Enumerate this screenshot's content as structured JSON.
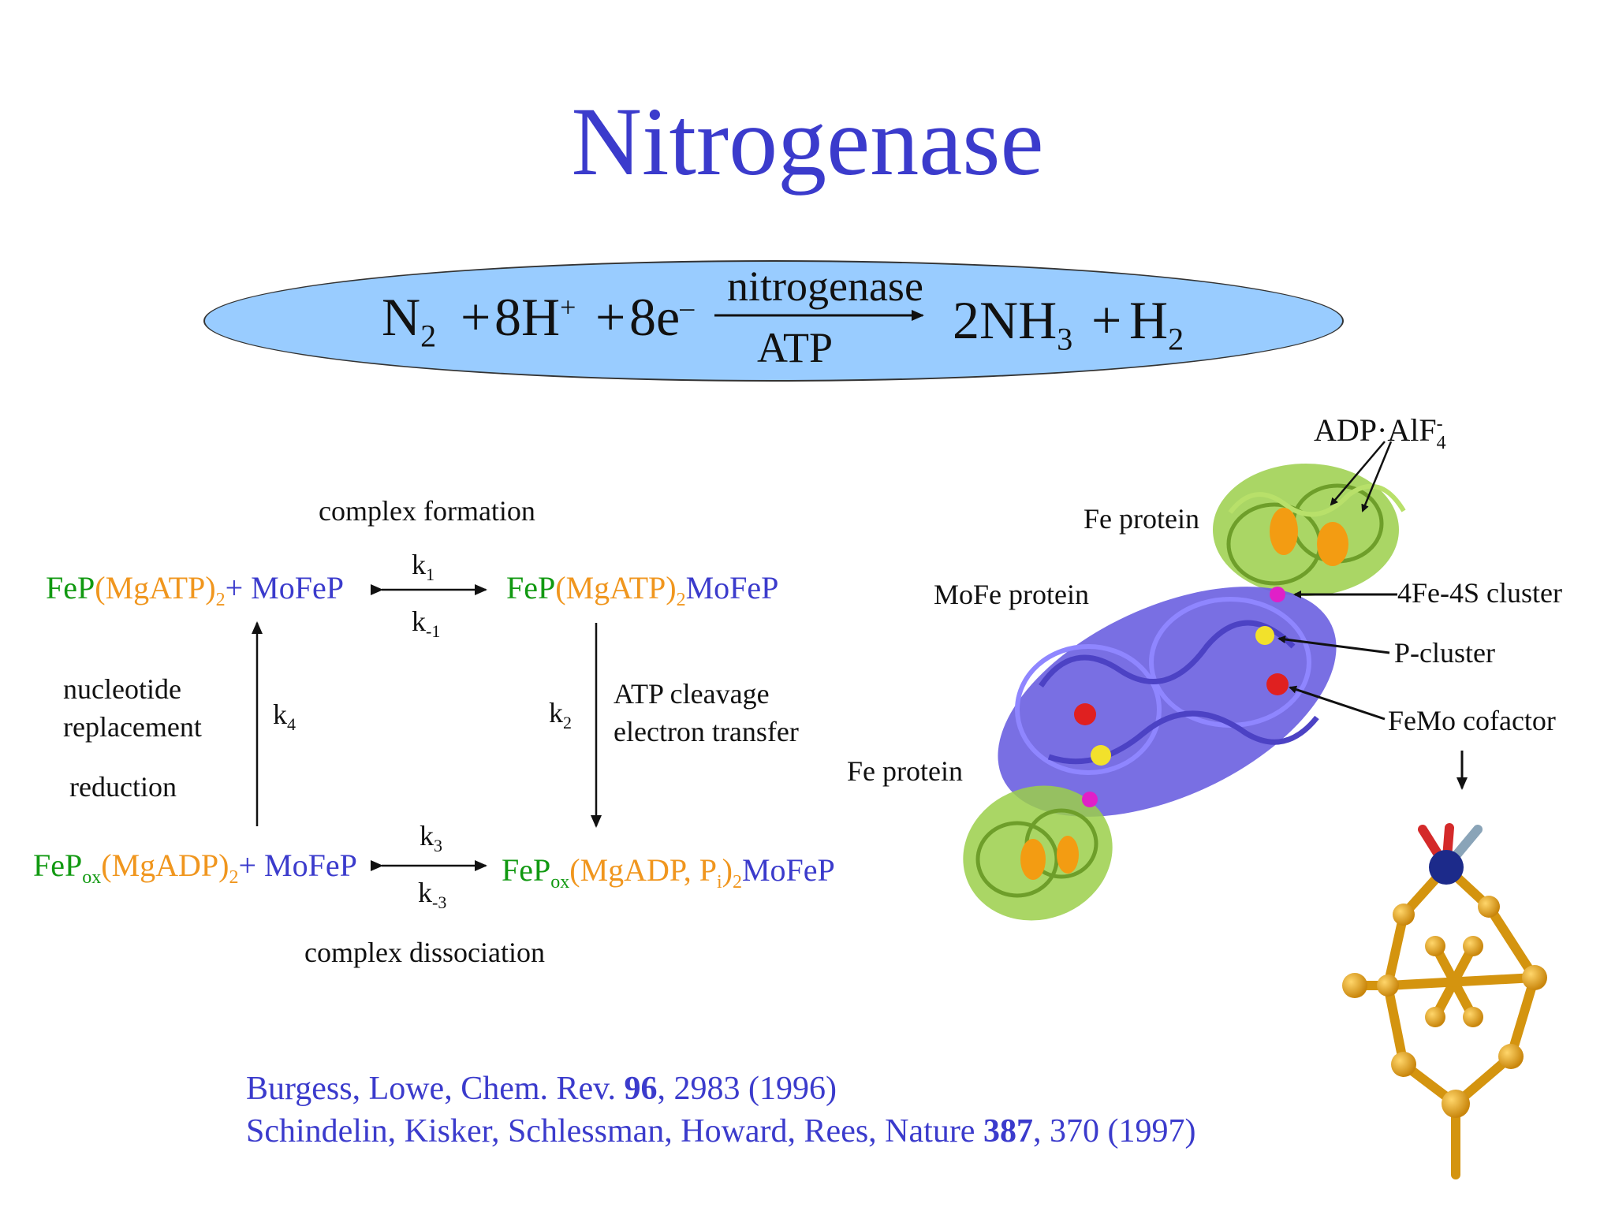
{
  "title": "Nitrogenase",
  "equation": {
    "n": "N",
    "n_sub": "2",
    "plus1": "+",
    "h_coef": "8H",
    "h_sup": "+",
    "plus2": "+",
    "e_coef": "8e",
    "e_sup": "–",
    "over_arrow": "nitrogenase",
    "under_arrow": "ATP",
    "product1": "2NH",
    "product1_sub": "3",
    "plus3": "+",
    "product2": "H",
    "product2_sub": "2"
  },
  "cycle": {
    "top_label": "complex formation",
    "bottom_label": "complex dissociation",
    "left_label_1": "nucleotide",
    "left_label_2": "replacement",
    "left_label_3": "reduction",
    "right_label_1": "ATP cleavage",
    "right_label_2": "electron transfer",
    "k1": "k",
    "k1_sub": "1",
    "km1": "k",
    "km1_sub": "-1",
    "k2": "k",
    "k2_sub": "2",
    "k3": "k",
    "k3_sub": "3",
    "km3": "k",
    "km3_sub": "-3",
    "k4": "k",
    "k4_sub": "4",
    "tl": {
      "a": "FeP",
      "b": "(MgATP)",
      "c": "2",
      "d": "+ MoFeP"
    },
    "tr": {
      "a": "FeP",
      "b": "(MgATP)",
      "c": "2",
      "d": "MoFeP"
    },
    "bl": {
      "a": "FeP",
      "a_sub": "ox",
      "b": "(MgADP)",
      "c": "2",
      "d": "+ MoFeP"
    },
    "br": {
      "a": "FeP",
      "a_sub": "ox",
      "b": "(MgADP, P",
      "b_sub": "i",
      "b2": ")",
      "c": "2",
      "d": "MoFeP"
    }
  },
  "structure": {
    "adp_label": "ADP",
    "dot": "·",
    "alf_label": "AlF",
    "alf_sub": "4",
    "alf_sup": "-",
    "fe_protein_top": "Fe protein",
    "mofe_protein": "MoFe protein",
    "fe_protein_bottom": "Fe protein",
    "cluster_4fe4s": "4Fe-4S cluster",
    "p_cluster": "P-cluster",
    "femo_cofactor": "FeMo cofactor"
  },
  "citations": {
    "c1_pre": "Burgess, Lowe, Chem. Rev. ",
    "c1_bold": "96",
    "c1_post": ", 2983 (1996)",
    "c2_pre": "Schindelin, Kisker, Schlessman, Howard, Rees, Nature ",
    "c2_bold": "387",
    "c2_post": ", 370 (1997)"
  },
  "colors": {
    "title_blue": "#3b3bcc",
    "fe_green": "#119911",
    "nucleotide_orange": "#f0961e",
    "ellipse_fill": "#99ccff",
    "mofe_purple": "#6a5fe0",
    "fe_protein_green": "#8ec63f"
  }
}
